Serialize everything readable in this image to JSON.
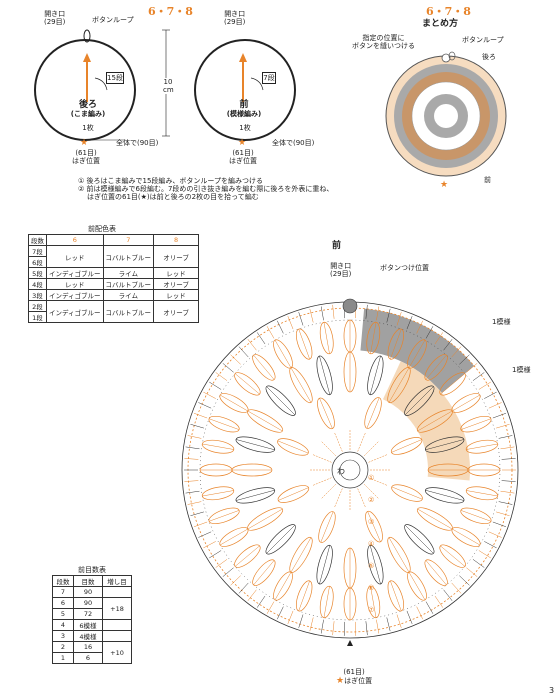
{
  "header_left": "6・7・8",
  "header_right": "6・7・8",
  "header_right_sub": "まとめ方",
  "back": {
    "opening": "開き口",
    "opening_count": "(29目)",
    "button_loop": "ボタンループ",
    "rows": "15段",
    "title": "後ろ",
    "subtitle": "(こま編み)",
    "pieces": "1枚",
    "total": "全体で(90目)",
    "seam": "(61目)",
    "seam_pos": "はぎ位置"
  },
  "front": {
    "opening": "開き口",
    "opening_count": "(29目)",
    "rows": "7段",
    "title": "前",
    "subtitle": "(模様編み)",
    "pieces": "1枚",
    "total": "全体で(90目)",
    "seam": "(61目)",
    "seam_pos": "はぎ位置"
  },
  "dimension": "10 cm",
  "notes": [
    "① 後ろはこま編みで15段編み、ボタンループを編みつける",
    "② 前は模様編みで6段編む。7段めの引き抜き編みを編む際に後ろを外表に重ね、",
    "はぎ位置の61目(★)は前と後ろの2枚の目を拾って編む"
  ],
  "assembly": {
    "button_note": "指定の位置に\nボタンを縫いつける",
    "button_loop": "ボタンループ",
    "back": "後ろ",
    "front": "前"
  },
  "color_table": {
    "title": "前配色表",
    "header": [
      "段数",
      "6",
      "7",
      "8"
    ],
    "rows": [
      [
        "7段",
        "",
        "",
        ""
      ],
      [
        "6段",
        "レッド",
        "コバルトブルー",
        "オリーブ"
      ],
      [
        "5段",
        "インディゴブルー",
        "ライム",
        "レッド"
      ],
      [
        "4段",
        "レッド",
        "コバルトブルー",
        "オリーブ"
      ],
      [
        "3段",
        "インディゴブルー",
        "ライム",
        "レッド"
      ],
      [
        "2段",
        "",
        "",
        ""
      ],
      [
        "1段",
        "インディゴブルー",
        "コバルトブルー",
        "オリーブ"
      ]
    ]
  },
  "count_table": {
    "title": "前目数表",
    "header": [
      "段数",
      "目数",
      "増し目"
    ],
    "rows": [
      [
        "7",
        "90",
        ""
      ],
      [
        "6",
        "90",
        "+18"
      ],
      [
        "5",
        "72",
        ""
      ],
      [
        "4",
        "6模様",
        ""
      ],
      [
        "3",
        "4模様",
        ""
      ],
      [
        "2",
        "16",
        "+10"
      ],
      [
        "1",
        "6",
        ""
      ]
    ]
  },
  "chart": {
    "title": "前",
    "opening": "開き口",
    "opening_count": "(29目)",
    "button_pos": "ボタンつけ位置",
    "repeat1": "1模様",
    "repeat2": "1模様",
    "center": "わ",
    "seam": "(61目)",
    "seam_pos": "はぎ位置",
    "row_numbers": [
      "①",
      "②",
      "③",
      "④",
      "⑤",
      "⑥",
      "⑦"
    ]
  },
  "page_number": "3",
  "colors": {
    "accent": "#e8842a",
    "grey": "#8a8a8a",
    "light": "#f3cfa8"
  }
}
